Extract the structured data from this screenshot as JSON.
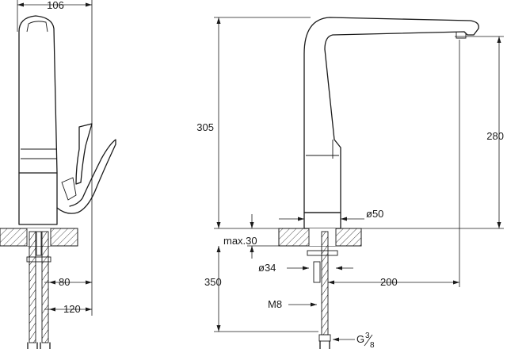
{
  "dimensions": {
    "side_width": "106",
    "flex_hose_offset": "80",
    "flex_hose_width": "120",
    "total_height": "305",
    "spout_height": "280",
    "base_diameter": "ø50",
    "max_counter_thickness": "max.30",
    "hole_diameter": "ø34",
    "hose_length": "350",
    "spout_reach": "200",
    "thread": "M8",
    "connection_main": "G",
    "connection_num": "3",
    "connection_den": "8"
  }
}
